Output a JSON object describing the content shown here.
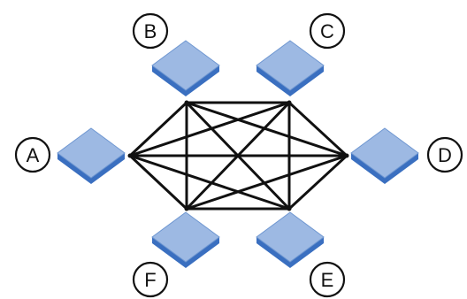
{
  "diagram": {
    "colors": {
      "device_top": "#9db9e3",
      "device_side": "#3a6fc0",
      "device_edge": "#6f97d1",
      "link": "#111111",
      "label_ring": "#111111"
    },
    "topology": "full-mesh",
    "nodes": [
      {
        "id": "A",
        "label": "A"
      },
      {
        "id": "B",
        "label": "B"
      },
      {
        "id": "C",
        "label": "C"
      },
      {
        "id": "D",
        "label": "D"
      },
      {
        "id": "E",
        "label": "E"
      },
      {
        "id": "F",
        "label": "F"
      }
    ],
    "links": [
      [
        "A",
        "B"
      ],
      [
        "A",
        "C"
      ],
      [
        "A",
        "D"
      ],
      [
        "A",
        "E"
      ],
      [
        "A",
        "F"
      ],
      [
        "B",
        "C"
      ],
      [
        "B",
        "D"
      ],
      [
        "B",
        "E"
      ],
      [
        "B",
        "F"
      ],
      [
        "C",
        "D"
      ],
      [
        "C",
        "E"
      ],
      [
        "C",
        "F"
      ],
      [
        "D",
        "E"
      ],
      [
        "D",
        "F"
      ],
      [
        "E",
        "F"
      ]
    ]
  }
}
